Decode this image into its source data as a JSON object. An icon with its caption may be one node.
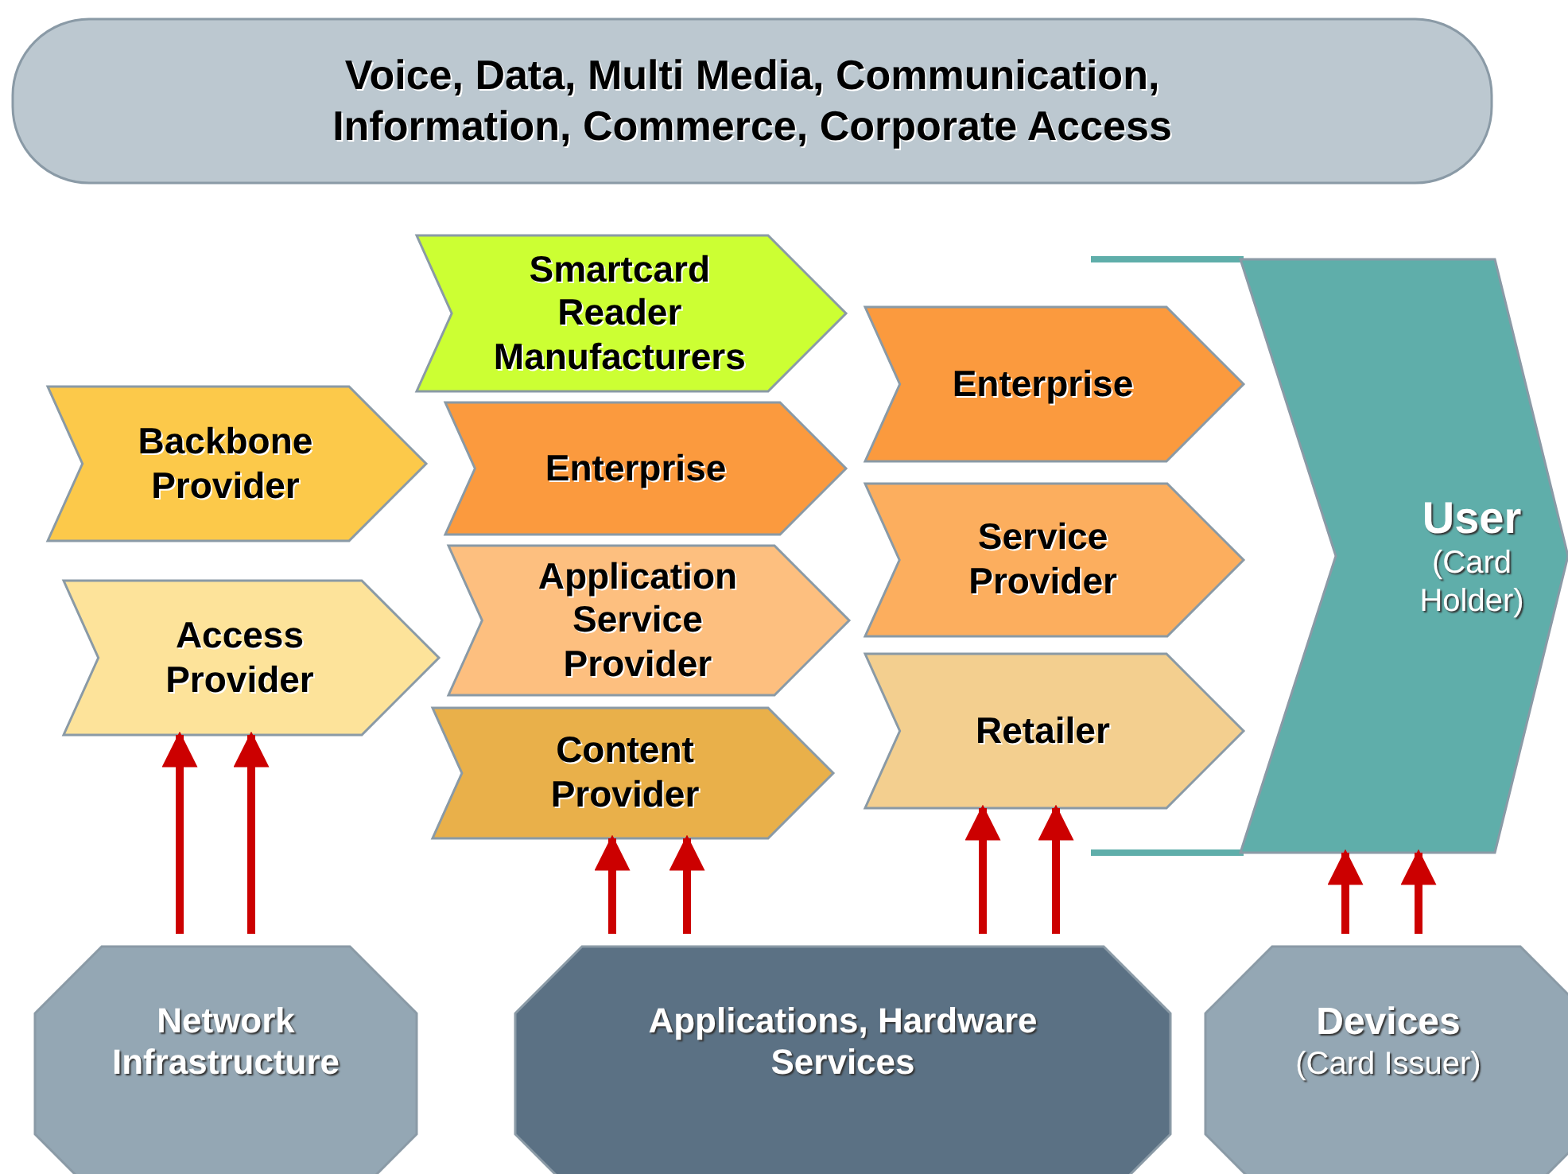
{
  "diagram": {
    "nodes": [
      {
        "text": [
          "Voice, Data, Multi Media, Communication, Information, Commerce, Corporate Access"
        ]
      },
      {
        "text": [
          "Backbone Provider"
        ]
      },
      {
        "text": [
          "Access Provider"
        ]
      },
      {
        "text": [
          "Smartcard Reader Manufacturers"
        ]
      },
      {
        "text": [
          "Enterprise"
        ]
      },
      {
        "text": [
          "Application Service Provider"
        ]
      },
      {
        "text": [
          "Content Provider"
        ]
      },
      {
        "text": [
          "Enterprise"
        ]
      },
      {
        "text": [
          "Service Provider"
        ]
      },
      {
        "text": [
          "Retailer"
        ]
      },
      {
        "text": [
          "User",
          "(Card Holder)"
        ]
      },
      {
        "text": [
          "Network Infrastructure"
        ]
      },
      {
        "text": [
          "Applications, Hardware Services"
        ]
      },
      {
        "text": [
          "Devices",
          "(Card Issuer)"
        ]
      }
    ],
    "edges": [
      {
        "from": 11,
        "to": 2,
        "arrow": "to"
      },
      {
        "from": 11,
        "to": 2,
        "arrow": "to"
      },
      {
        "from": 12,
        "to": 6,
        "arrow": "to"
      },
      {
        "from": 12,
        "to": 6,
        "arrow": "to"
      },
      {
        "from": 12,
        "to": 9,
        "arrow": "to"
      },
      {
        "from": 12,
        "to": 9,
        "arrow": "to"
      },
      {
        "from": 13,
        "to": 10,
        "arrow": "to"
      },
      {
        "from": 13,
        "to": 10,
        "arrow": "to"
      }
    ]
  }
}
